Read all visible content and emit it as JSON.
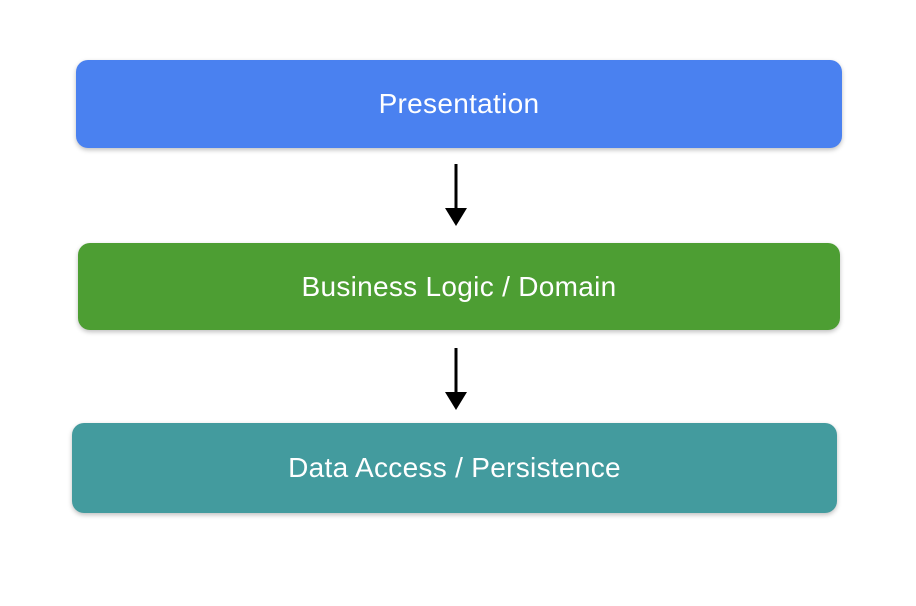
{
  "diagram": {
    "type": "layered-architecture",
    "background_color": "#FFFFFF",
    "label_text_color": "#FFFFFF",
    "arrow_color": "#000000",
    "layers": [
      {
        "label": "Presentation",
        "color": "#4A81F0"
      },
      {
        "label": "Business Logic / Domain",
        "color": "#4D9E33"
      },
      {
        "label": "Data Access / Persistence",
        "color": "#439B9E"
      }
    ],
    "arrows": [
      {
        "from": "Presentation",
        "to": "Business Logic / Domain",
        "direction": "down"
      },
      {
        "from": "Business Logic / Domain",
        "to": "Data Access / Persistence",
        "direction": "down"
      }
    ]
  }
}
